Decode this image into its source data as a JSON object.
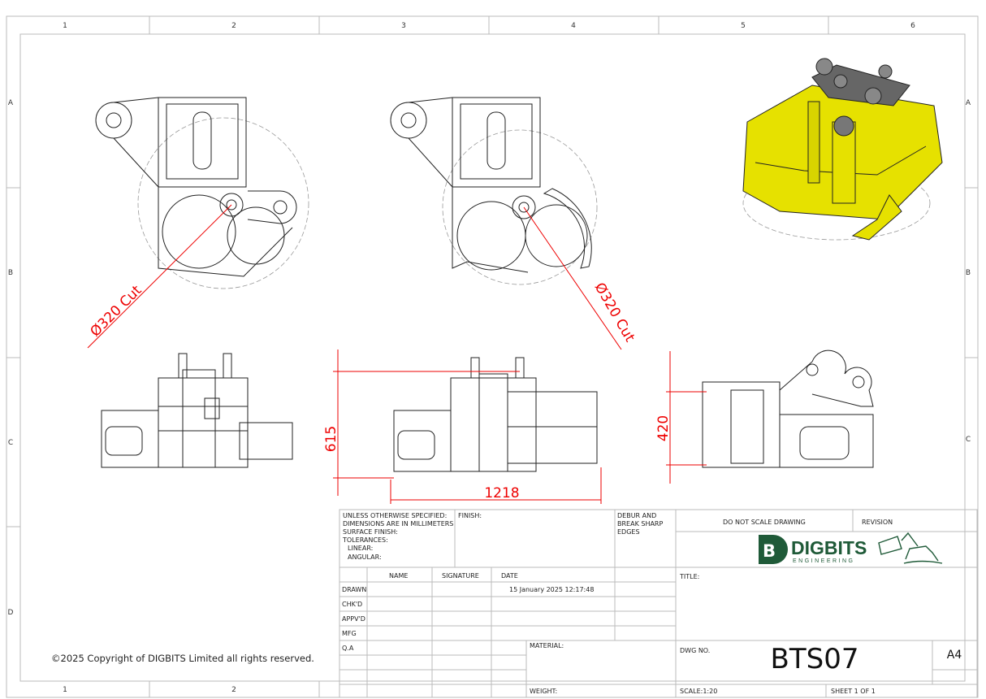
{
  "zones": {
    "columns": [
      "1",
      "2",
      "3",
      "4",
      "5",
      "6"
    ],
    "rows": [
      "A",
      "B",
      "C",
      "D"
    ]
  },
  "dimensions": {
    "cut_left": "Ø320 Cut",
    "cut_right": "Ø320 Cut",
    "height_mid": "615",
    "width_mid": "1218",
    "height_right": "420"
  },
  "copyright": "©2025 Copyright of DIGBITS Limited all rights reserved.",
  "title_block": {
    "notes": [
      "UNLESS OTHERWISE SPECIFIED:",
      "DIMENSIONS ARE IN MILLIMETERS",
      "SURFACE FINISH:",
      "TOLERANCES:",
      "LINEAR:",
      "ANGULAR:"
    ],
    "finish_label": "FINISH:",
    "debur": [
      "DEBUR AND",
      "BREAK SHARP",
      "EDGES"
    ],
    "do_not_scale": "DO NOT SCALE DRAWING",
    "revision_label": "REVISION",
    "headers": {
      "name": "NAME",
      "signature": "SIGNATURE",
      "date": "DATE"
    },
    "rows": [
      {
        "label": "DRAWN",
        "date": "15 January 2025 12:17:48"
      },
      {
        "label": "CHK'D",
        "date": ""
      },
      {
        "label": "APPV'D",
        "date": ""
      },
      {
        "label": "MFG",
        "date": ""
      },
      {
        "label": "Q.A",
        "date": ""
      }
    ],
    "material_label": "MATERIAL:",
    "weight_label": "WEIGHT:",
    "title_label": "TITLE:",
    "dwg_no_label": "DWG NO.",
    "dwg_no": "BTS07",
    "size": "A4",
    "scale": "SCALE:1:20",
    "sheet": "SHEET 1 OF 1",
    "logo": {
      "letter": "B",
      "name": "DIGBITS",
      "subtitle": "ENGINEERING",
      "color": "#1f5a38"
    }
  },
  "colors": {
    "dimension": "#e00000",
    "part_highlight": "#e6e100",
    "logo": "#1f5a38"
  }
}
